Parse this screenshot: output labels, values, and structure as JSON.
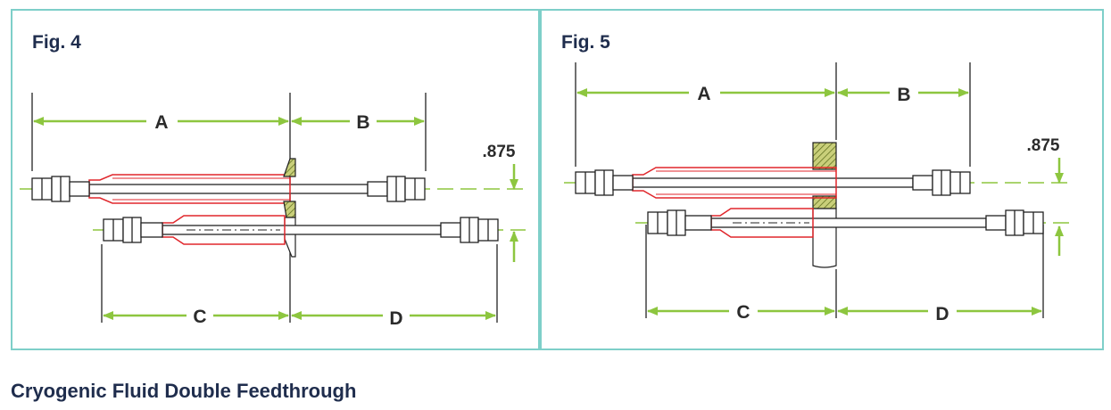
{
  "figures": [
    {
      "title": "Fig. 4",
      "labels": {
        "a": "A",
        "b": "B",
        "c": "C",
        "d": "D",
        "offset": ".875"
      }
    },
    {
      "title": "Fig. 5",
      "labels": {
        "a": "A",
        "b": "B",
        "c": "C",
        "d": "D",
        "offset": ".875"
      }
    }
  ],
  "caption": "Cryogenic Fluid Double Feedthrough",
  "colors": {
    "panel_border": "#7ecfc9",
    "dimension_arrow": "#8dc63f",
    "insulation_red": "#e0262b",
    "flange_hatch": "#8a9a2a",
    "title_text": "#1f2d4d"
  }
}
